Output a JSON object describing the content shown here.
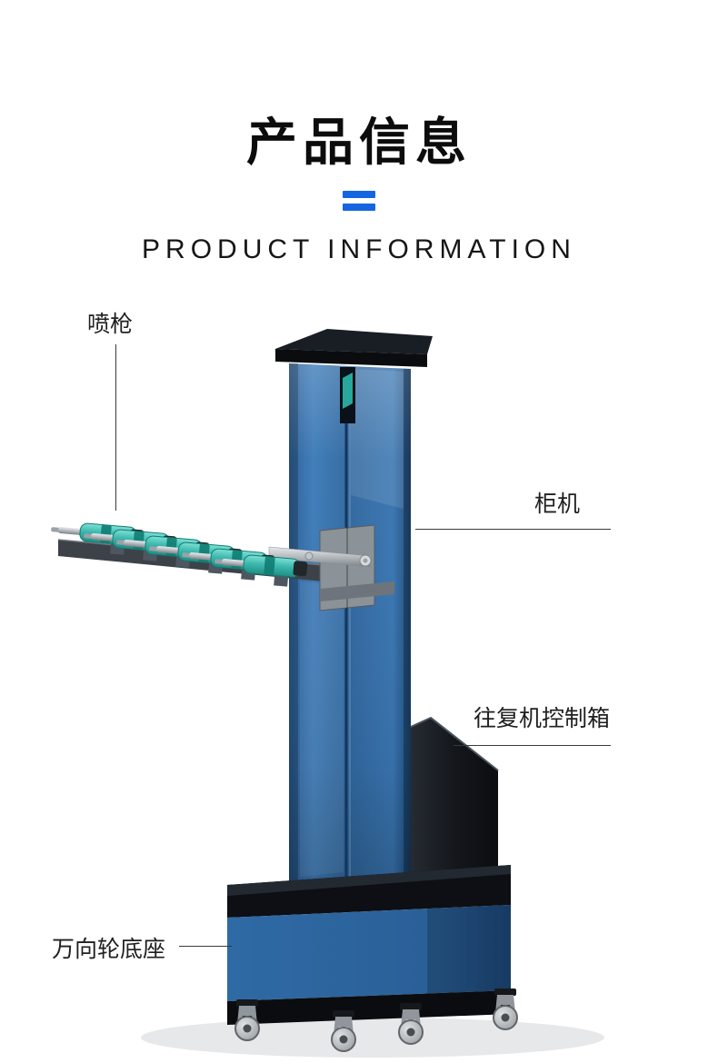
{
  "page": {
    "background": "#ffffff",
    "accent_color": "#1565e0"
  },
  "header": {
    "title_cn": "产品信息",
    "subtitle_en": "PRODUCT INFORMATION"
  },
  "callouts": {
    "spray_gun": "喷枪",
    "cabinet": "柜机",
    "control_box": "往复机控制箱",
    "caster_base": "万向轮底座"
  },
  "illustration": {
    "subject": "reciprocating-spray-painting-machine",
    "colors": {
      "tower_blue": "#33699f",
      "cabinet_black": "#14171c",
      "gun_teal": "#3cb9ae",
      "metal_silver": "#b5babe",
      "base_blue": "#2a5f97"
    }
  }
}
